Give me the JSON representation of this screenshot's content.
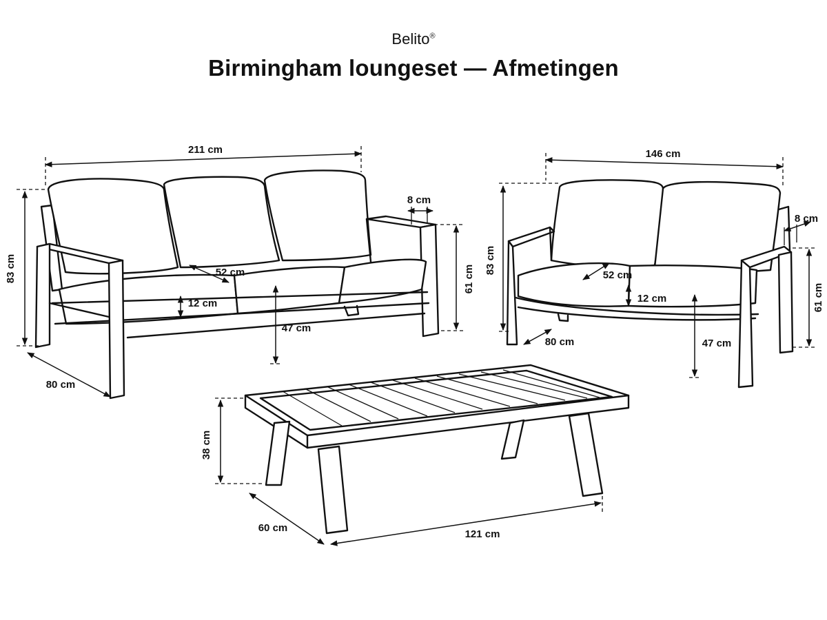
{
  "header": {
    "brand": "Belito",
    "brand_mark": "®",
    "title": "Birmingham loungeset — Afmetingen"
  },
  "sofa3": {
    "width": "211 cm",
    "height": "83 cm",
    "depth": "80 cm",
    "seat_depth": "52 cm",
    "cushion": "12 cm",
    "seat_height": "47 cm",
    "arm_height": "61 cm",
    "arm_width": "8 cm"
  },
  "sofa2": {
    "width": "146 cm",
    "height": "83 cm",
    "depth": "80 cm",
    "seat_depth": "52 cm",
    "cushion": "12 cm",
    "seat_height": "47 cm",
    "arm_height": "61 cm",
    "arm_width": "8 cm"
  },
  "table": {
    "width": "121 cm",
    "depth": "60 cm",
    "height": "38 cm"
  }
}
